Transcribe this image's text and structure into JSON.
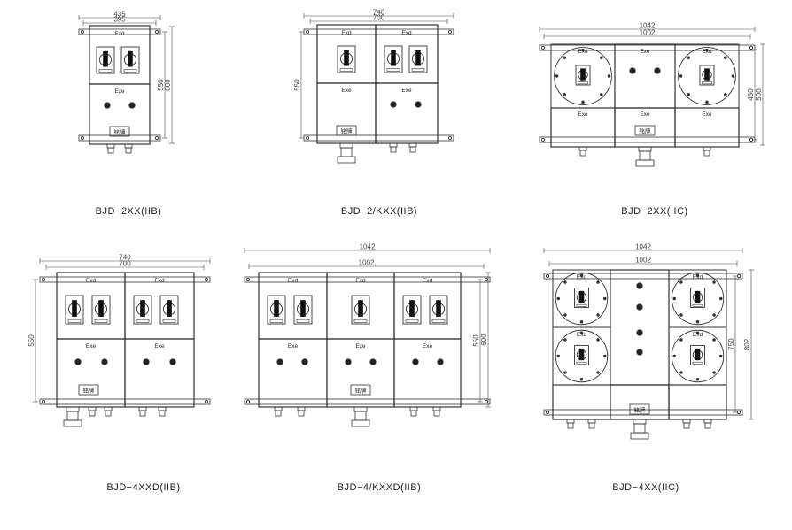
{
  "labels": {
    "exd": "Exd",
    "exe": "Exe",
    "nameplate": "铭牌"
  },
  "colors": {
    "line": "#333333",
    "dim": "#444444",
    "background": "#ffffff"
  },
  "panels": [
    {
      "caption": "BJD−2XX(IIB)",
      "dims_top": [
        "435",
        "395"
      ],
      "dims_side": [
        "550",
        "600"
      ]
    },
    {
      "caption": "BJD−2/KXX(IIB)",
      "dims_top": [
        "740",
        "700"
      ],
      "dims_side": [
        "550"
      ]
    },
    {
      "caption": "BJD−2XX(IIC)",
      "dims_top": [
        "1042",
        "1002"
      ],
      "dims_side": [
        "450",
        "500"
      ]
    },
    {
      "caption": "BJD−4XXD(IIB)",
      "dims_top": [
        "740",
        "700"
      ],
      "dims_side": [
        "550"
      ]
    },
    {
      "caption": "BJD−4/KXXD(IIB)",
      "dims_top": [
        "1042",
        "1002"
      ],
      "dims_side": [
        "550",
        "600"
      ]
    },
    {
      "caption": "BJD−4XX(IIC)",
      "dims_top": [
        "1042",
        "1002"
      ],
      "dims_side": [
        "750",
        "802"
      ]
    }
  ]
}
